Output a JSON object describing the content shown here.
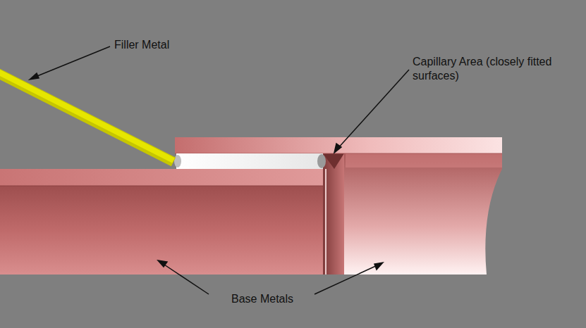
{
  "diagram": {
    "labels": [
      "Filler Metal",
      "Capillary Area (closely fitted surfaces)",
      "Base Metals"
    ]
  }
}
